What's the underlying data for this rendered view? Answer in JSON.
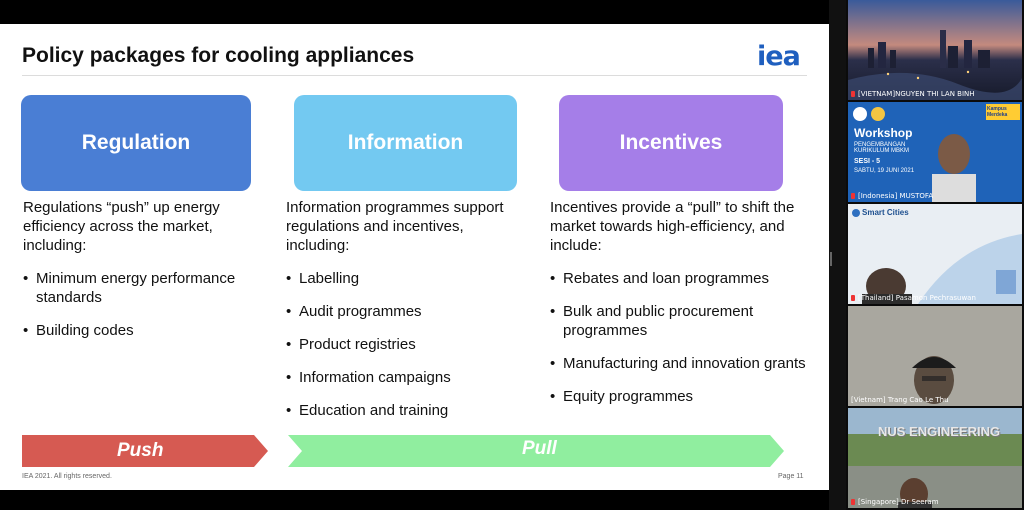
{
  "slide": {
    "title": "Policy packages for cooling appliances",
    "logo": "iea",
    "columns": [
      {
        "heading": "Regulation",
        "color": "#4a7ed4",
        "intro": "Regulations “push” up energy efficiency across the market, including:",
        "items": [
          "Minimum energy performance standards",
          "Building codes"
        ]
      },
      {
        "heading": "Information",
        "color": "#73c9f1",
        "intro": "Information programmes support regulations and incentives, including:",
        "items": [
          "Labelling",
          "Audit programmes",
          "Product registries",
          "Information campaigns",
          "Education and training"
        ]
      },
      {
        "heading": "Incentives",
        "color": "#a57ee8",
        "intro": "Incentives provide a “pull” to shift the market towards high-efficiency, and include:",
        "items": [
          "Rebates and loan programmes",
          "Bulk and public procurement programmes",
          "Manufacturing and innovation grants",
          "Equity programmes"
        ]
      }
    ],
    "push_label": "Push",
    "pull_label": "Pull",
    "push_color": "#d65a52",
    "pull_color": "#90ee9f",
    "footer_left": "IEA 2021. All rights reserved.",
    "footer_right": "Page 11"
  },
  "participants": [
    {
      "name": "[VIETNAM]NGUYEN THI LAN BINH"
    },
    {
      "name": "[Indonesia] MUSTOFA",
      "banner_title": "Workshop",
      "banner_sub": "PENGEMBANGAN KURIKULUM MBKM",
      "banner_session": "SESI - 5",
      "banner_date": "SABTU, 19 JUNI 2021",
      "banner_badge": "Kampus Merdeka"
    },
    {
      "name": "[Thailand] Pasamon Pechrasuwan",
      "banner_title": "Smart Cities"
    },
    {
      "name": "[Vietnam] Trang Cao Le Thu"
    },
    {
      "name": "[Singapore] Dr Seeram",
      "sign_text": "NUS ENGINEERING"
    }
  ]
}
